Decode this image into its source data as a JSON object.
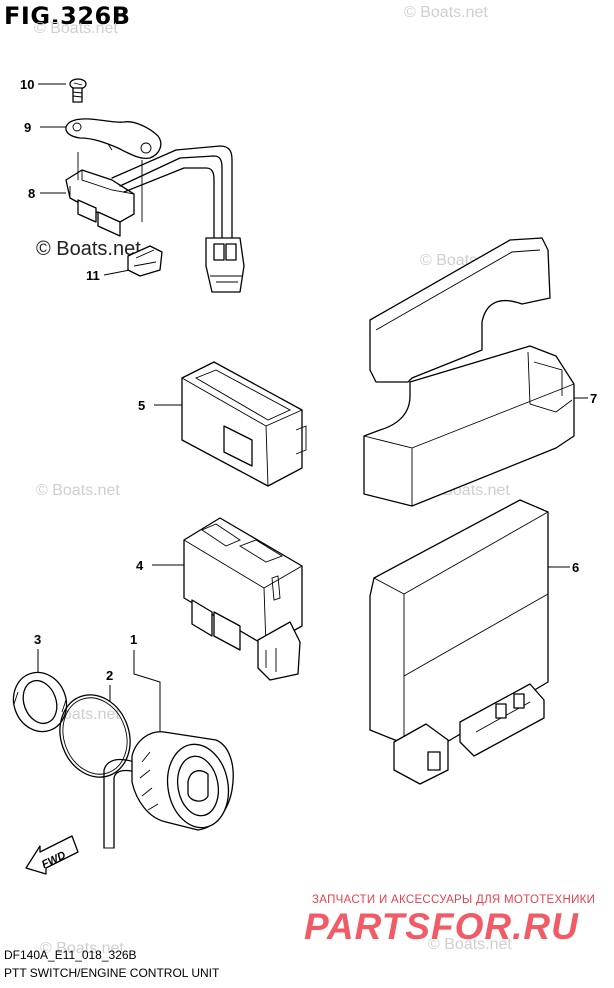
{
  "figure": {
    "title": "FIG.326B",
    "model_code": "DF140A_E11_018_326B",
    "name": "PTT SWITCH/ENGINE CONTROL UNIT"
  },
  "watermarks": {
    "boats_light": "© Boats.net",
    "boats_dark": "© Boats.net"
  },
  "callouts": [
    "10",
    "9",
    "8",
    "11",
    "5",
    "7",
    "4",
    "6",
    "3",
    "2",
    "1"
  ],
  "direction_label": "FWD",
  "promo": {
    "tagline": "ЗАПЧАСТИ И АКСЕССУАРЫ ДЛЯ МОТОТЕХНИКИ",
    "logo": "PARTSFOR.RU"
  },
  "colors": {
    "line": "#000000",
    "background": "#ffffff",
    "watermark": "#cfcfcf",
    "promo": "#f25a66"
  }
}
